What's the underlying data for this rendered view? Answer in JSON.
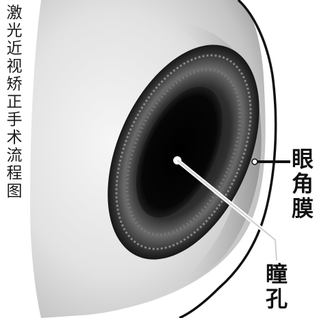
{
  "figure": {
    "title": "激光近视矫正手术流程图",
    "labels": {
      "cornea": "眼角膜",
      "pupil": "瞳孔"
    }
  },
  "colors": {
    "background": "#ffffff",
    "line": "#111111",
    "iris_dark": "#1c1c1c",
    "iris_mid": "#5a5a5a",
    "pupil": "#050505",
    "sclera_light": "#f4f4f4",
    "sclera_shade": "#bdbdbd"
  }
}
